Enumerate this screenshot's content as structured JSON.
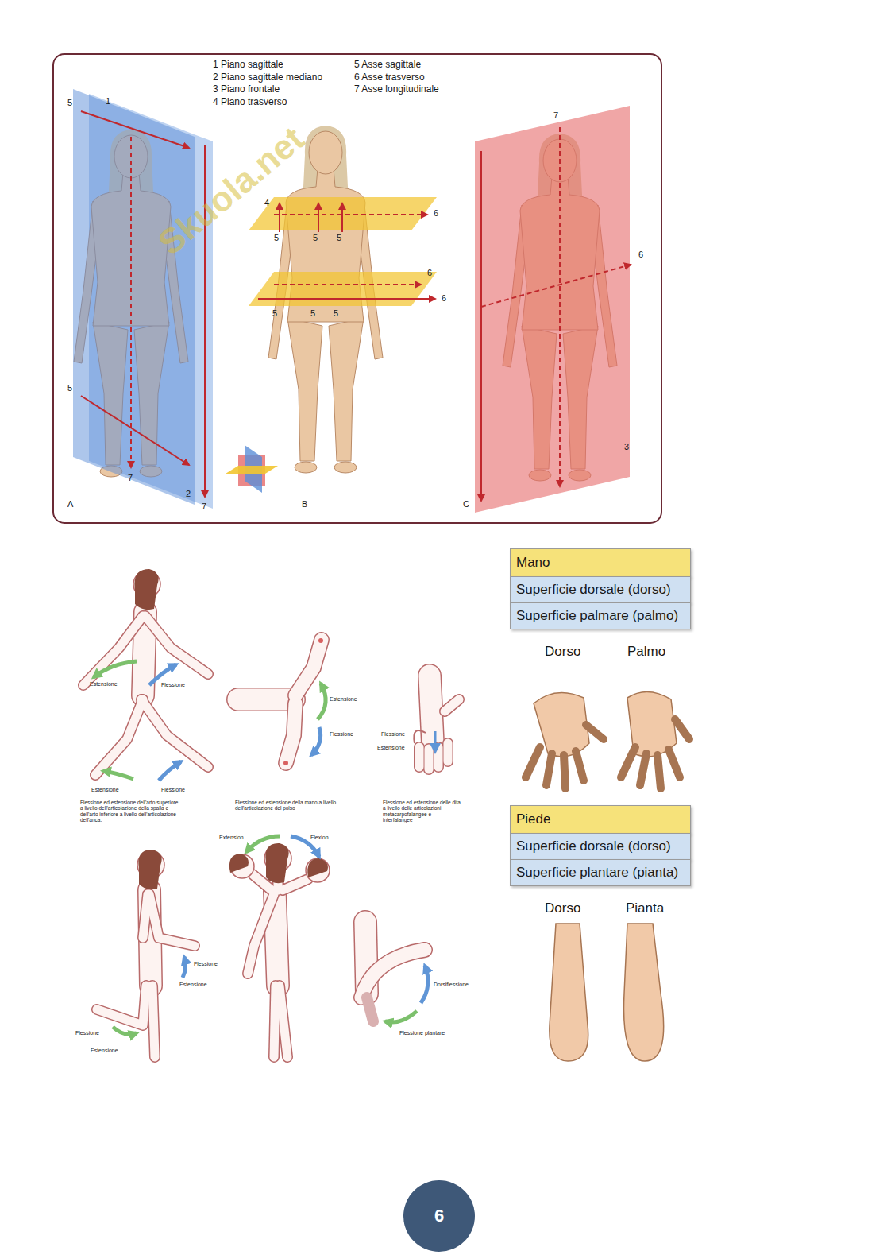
{
  "diagram": {
    "nodes": [
      {
        "text": [
          "Mano"
        ]
      },
      {
        "text": [
          "Superficie dorsale (dorso)"
        ]
      },
      {
        "text": [
          "Superficie palmare (palmo)"
        ]
      },
      {
        "text": [
          "Piede"
        ]
      },
      {
        "text": [
          "Superficie dorsale (dorso)"
        ]
      },
      {
        "text": [
          "Superficie plantare (pianta)"
        ]
      },
      {
        "text": [
          "6"
        ]
      }
    ],
    "labels": [
      "1 Piano sagittale",
      "2 Piano sagittale mediano",
      "3 Piano frontale",
      "4 Piano trasverso",
      "5 Asse sagittale",
      "6 Asse trasverso",
      "7 Asse longitudinale",
      "Skuola.net",
      "5",
      "1",
      "5",
      "7",
      "2",
      "7",
      "A",
      "4",
      "6",
      "5",
      "5",
      "5",
      "6",
      "6",
      "5",
      "5",
      "5",
      "B",
      "7",
      "6",
      "3",
      "C",
      "Estensione",
      "Flessione",
      "Estensione",
      "Flessione",
      "Flessione ed estensione dell'arto superiore a livello dell'articolazione della spalla e dell'arto inferiore a livello dell'articolazione dell'anca.",
      "Estensione",
      "Flessione",
      "Flessione ed estensione della mano a livello dell'articolazione del polso",
      "Flessione",
      "Estensione",
      "Flessione ed estensione delle dita a livello delle articolazioni metacarpofalangee e interfalangee",
      "Extension",
      "Flexion",
      "Flessione",
      "Estensione",
      "Flessione",
      "Estensione",
      "Dorsiflessione",
      "Flessione plantare",
      "Dorso",
      "Palmo",
      "Dorso",
      "Pianta"
    ]
  }
}
